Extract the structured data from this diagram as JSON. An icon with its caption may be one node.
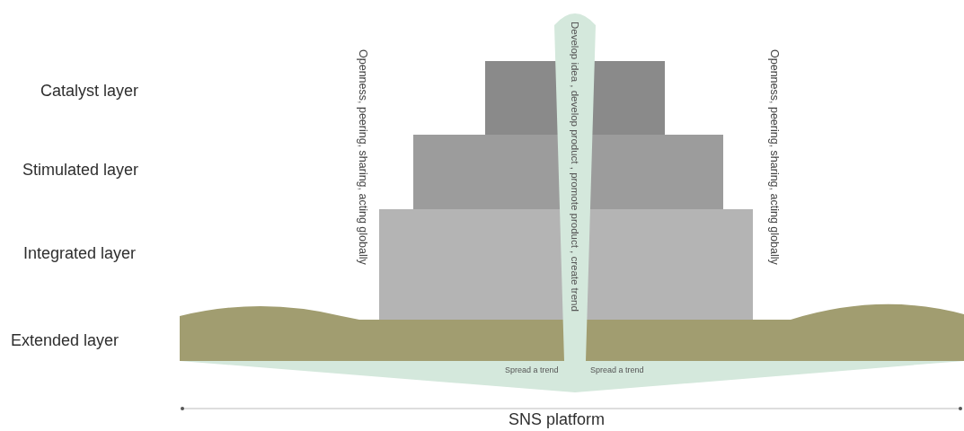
{
  "diagram": {
    "nodes": [
      {
        "text": [
          "Develop idea , develop product , promote product , create trend",
          "Spread a trend",
          "Spread a trend"
        ]
      }
    ],
    "edges": [],
    "labels": [
      "Catalyst layer",
      "Stimulated layer",
      "Integrated layer",
      "Extended layer",
      "Openness, peering, sharing, acting globally",
      "Openness, peering, sharing, acting globally",
      "SNS platform"
    ]
  }
}
